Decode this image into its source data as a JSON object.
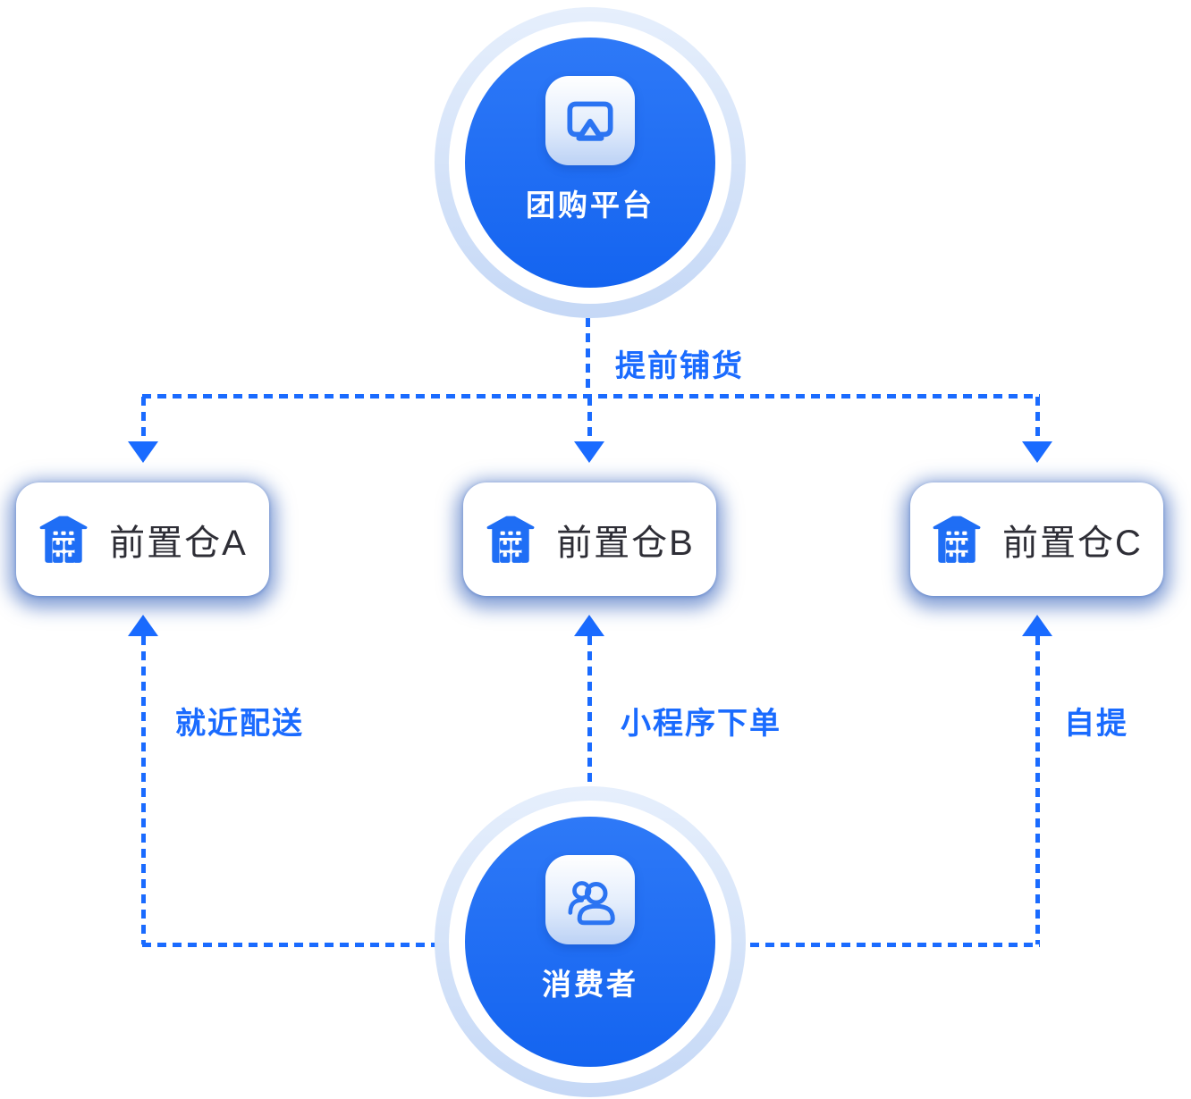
{
  "colors": {
    "accent": "#1a6bff",
    "node_blue_top": "#2e79f7",
    "node_blue_bottom": "#1464f0",
    "ring_light_top": "#e6effc",
    "ring_light_bottom": "#c5d8f6",
    "card_text": "#2e2e36",
    "icon_blue": "#2b74f2",
    "glow": "rgba(37,86,182,0.55)"
  },
  "nodes": {
    "platform": {
      "label": "团购平台",
      "icon": "screen-cast-icon"
    },
    "consumer": {
      "label": "消费者",
      "icon": "users-icon"
    }
  },
  "warehouses": [
    {
      "label": "前置仓A",
      "icon": "warehouse-icon"
    },
    {
      "label": "前置仓B",
      "icon": "warehouse-icon"
    },
    {
      "label": "前置仓C",
      "icon": "warehouse-icon"
    }
  ],
  "edge_labels": {
    "distribute": "提前铺货",
    "delivery": "就近配送",
    "order": "小程序下单",
    "pickup": "自提"
  }
}
